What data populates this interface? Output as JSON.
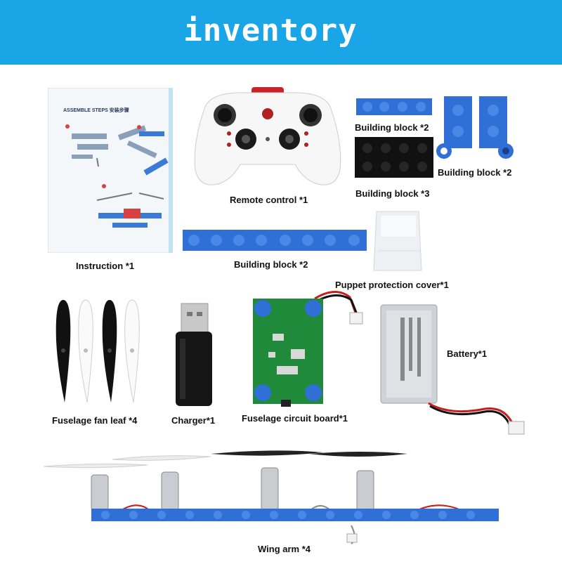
{
  "header": {
    "title": "inventory"
  },
  "colors": {
    "header_bg": "#1aa6e6",
    "block_blue": "#2f6fd6",
    "board_green": "#1f8a3a"
  },
  "manual": {
    "heading": "ASSEMBLE STEPS 安装步骤"
  },
  "items": {
    "instruction": "Instruction *1",
    "remote_control": "Remote control *1",
    "building_block_small": "Building block *2",
    "building_block_vertical": "Building block *2",
    "building_block_black": "Building block *3",
    "building_block_long": "Building block *2",
    "protection_cover": "Puppet protection cover*1",
    "fan_leaf": "Fuselage fan leaf *4",
    "charger": "Charger*1",
    "circuit_board": "Fuselage circuit board*1",
    "battery": "Battery*1",
    "wing_arm": "Wing arm *4"
  }
}
